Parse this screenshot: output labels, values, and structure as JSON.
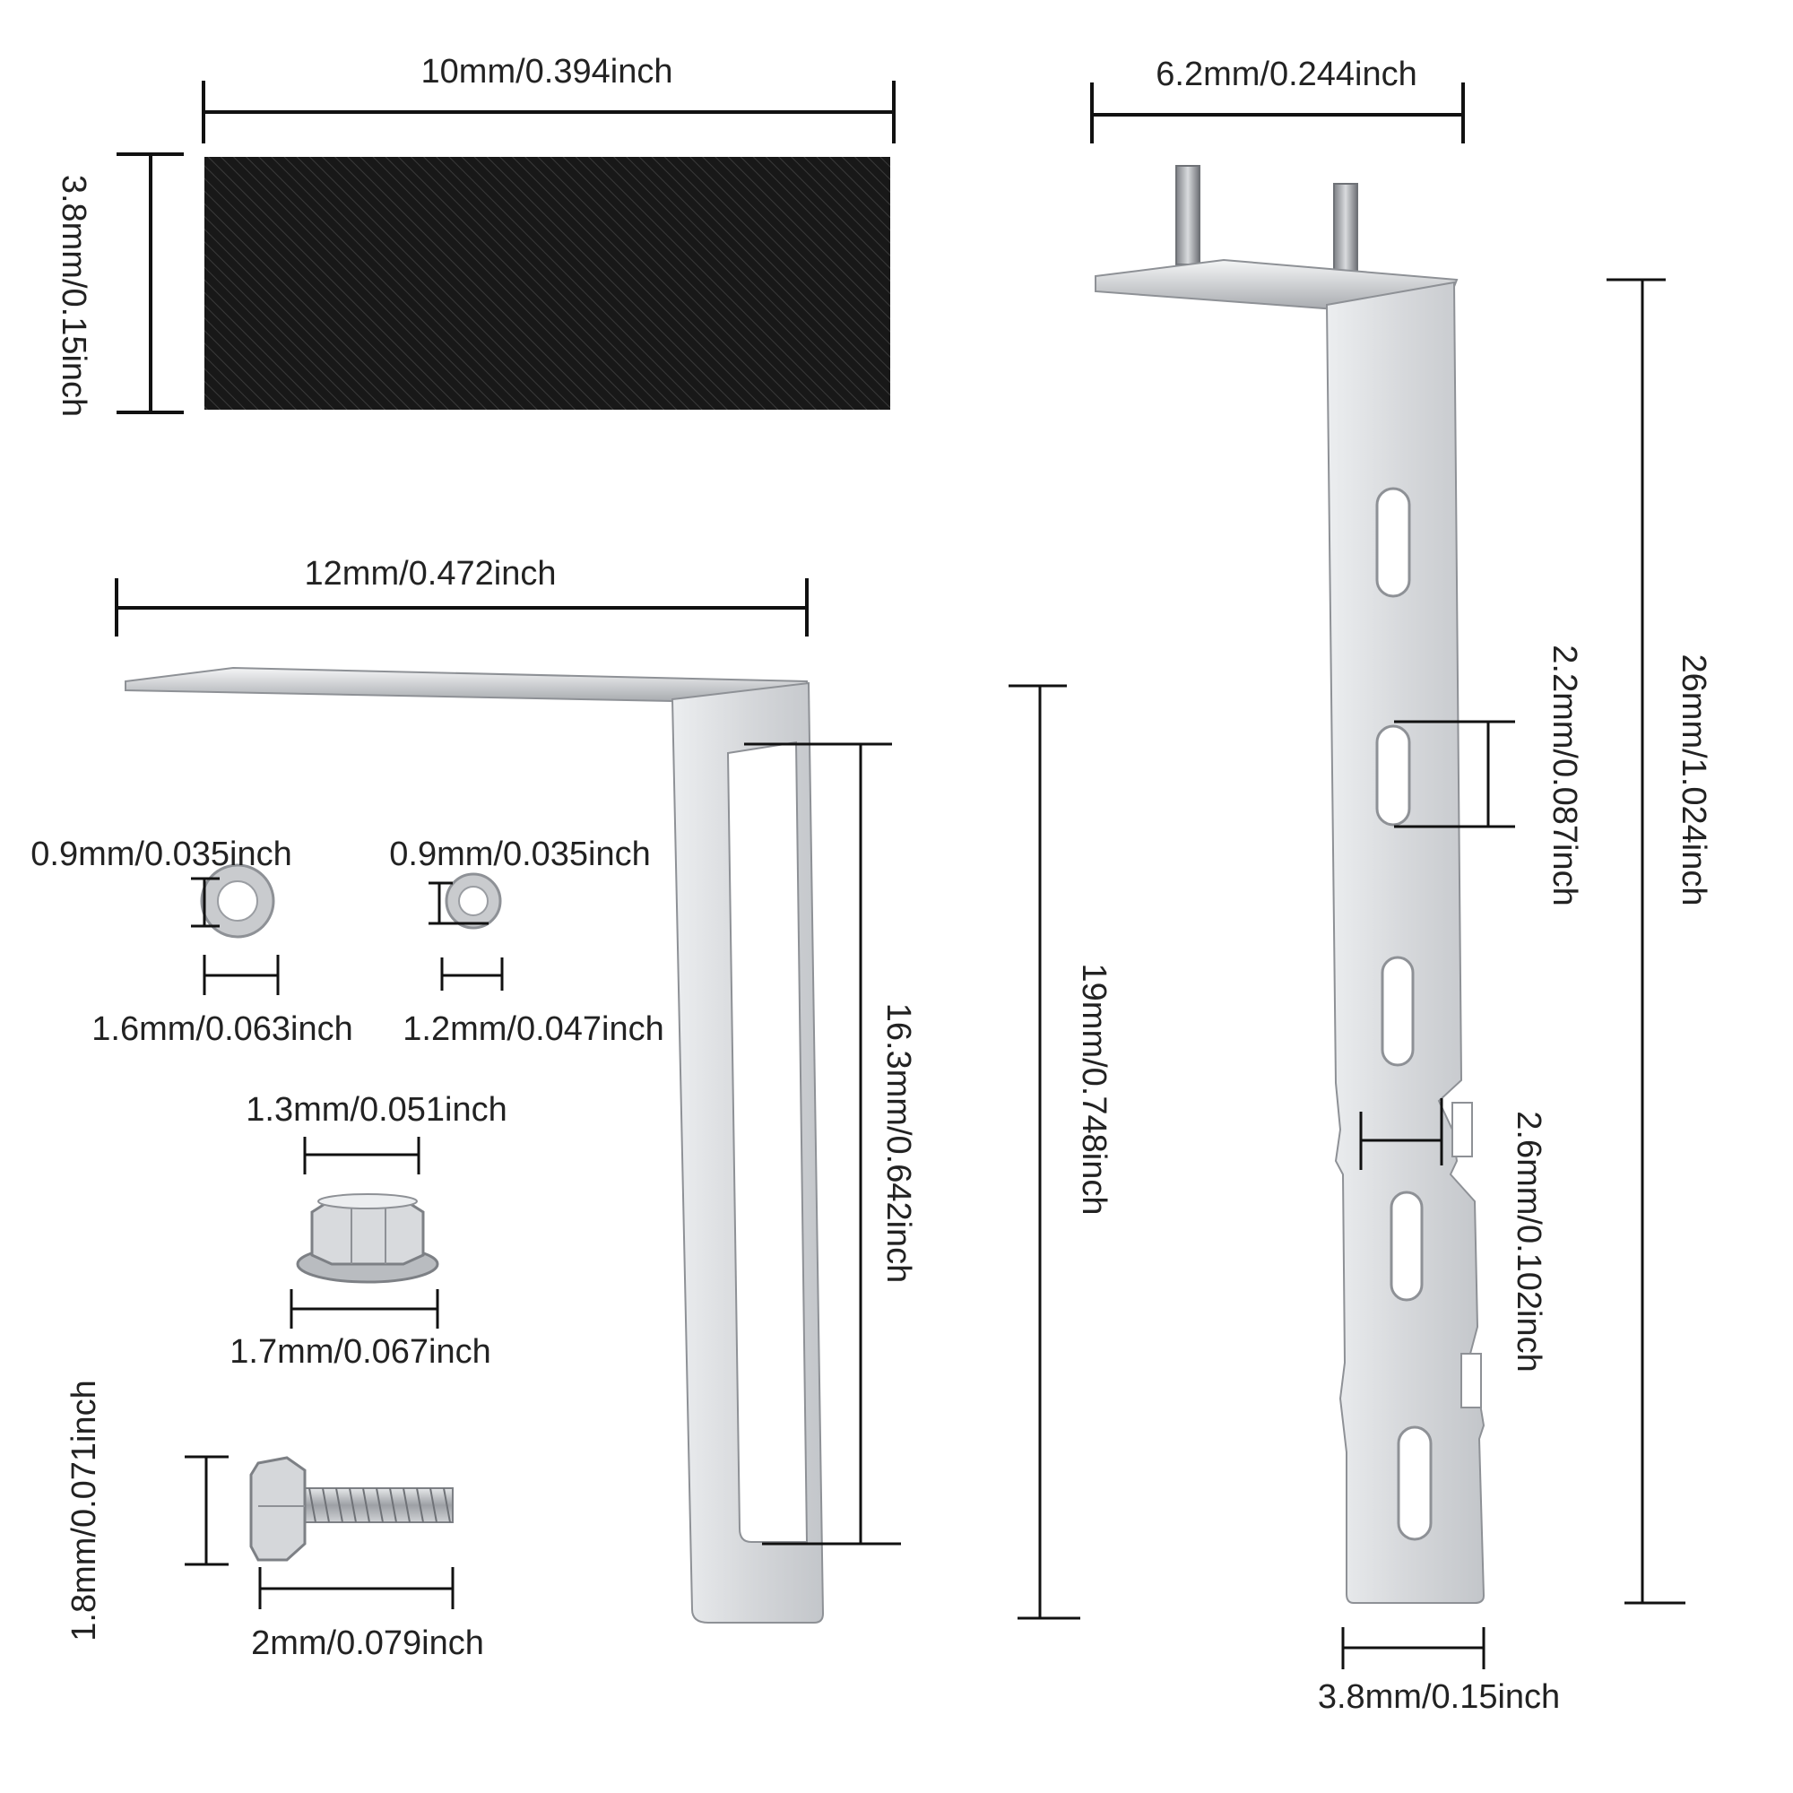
{
  "image": {
    "background": "#ffffff",
    "metal_color": "#d7d9dc",
    "metal_edge": "#8e9196",
    "pad_color": "#141414"
  },
  "labels": {
    "pad_width": "10mm/0.394inch",
    "pad_height": "3.8mm/0.15inch",
    "small_bracket_width": "12mm/0.472inch",
    "slot_length": "16.3mm/0.642inch",
    "small_bracket_height": "19mm/0.748inch",
    "washer1_thickness": "0.9mm/0.035inch",
    "washer1_diameter": "1.6mm/0.063inch",
    "washer2_thickness": "0.9mm/0.035inch",
    "washer2_diameter": "1.2mm/0.047inch",
    "nut_height": "1.3mm/0.051inch",
    "nut_width": "1.7mm/0.067inch",
    "bolt_head": "1.8mm/0.071inch",
    "bolt_length": "2mm/0.079inch",
    "large_top_width": "6.2mm/0.244inch",
    "large_slot": "2.2mm/0.087inch",
    "large_height": "26mm/1.024inch",
    "large_offset": "2.6mm/0.102inch",
    "large_bottom_width": "3.8mm/0.15inch"
  }
}
